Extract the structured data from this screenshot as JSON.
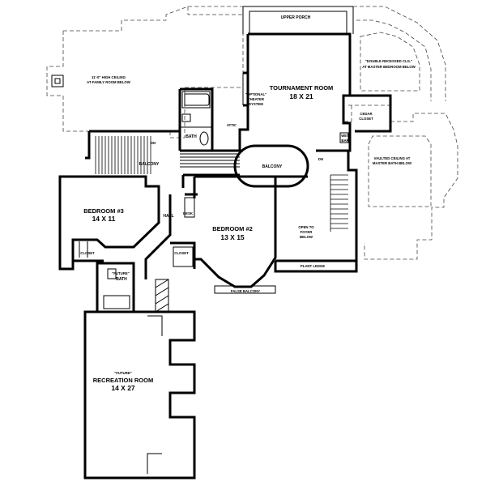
{
  "plan": {
    "rooms": {
      "tournament_room": {
        "name": "TOURNAMENT ROOM",
        "size": "18 X 21"
      },
      "bedroom2": {
        "name": "BEDROOM #2",
        "size": "13 X 15"
      },
      "bedroom3": {
        "name": "BEDROOM #3",
        "size": "14 X 11"
      },
      "recreation_room": {
        "future": "\"FUTURE\"",
        "name": "RECREATION ROOM",
        "size": "14 X 27"
      }
    },
    "labels": {
      "upper_porch": "UPPER PORCH",
      "ceiling_family_1": "11'-0\" HIGH CEILING",
      "ceiling_family_2": "AT FAMILY ROOM BELOW",
      "double_recessed_1": "\"DOUBLE RECESSED CLG.\"",
      "double_recessed_2": "AT MASTER BEDROOM BELOW",
      "optional_1": "\"OPTIONAL\"",
      "optional_2": "THEATER",
      "optional_3": "SYSTEM",
      "cedar_1": "CEDAR",
      "cedar_2": "CLOSET",
      "vaulted_1": "VAULTED CEILING AT",
      "vaulted_2": "MASTER BATH BELOW",
      "wet_bar_1": "WET",
      "wet_bar_2": "BAR",
      "bath": "BATH",
      "attic": "ATTIC",
      "dn_1": "DN",
      "dn_2": "DN",
      "balcony_1": "BALCONY",
      "balcony_2": "BALCONY",
      "hall": "HALL",
      "desk": "DESK",
      "open_foyer_1": "OPEN TO",
      "open_foyer_2": "FOYER",
      "open_foyer_3": "BELOW",
      "plant_ledge": "PLANT LEDGE",
      "closet_1": "CLOSET",
      "closet_2": "CLOSET",
      "future_bath_1": "\"FUTURE\"",
      "future_bath_2": "BATH",
      "false_balcony": "FALSE BALCONY"
    }
  }
}
